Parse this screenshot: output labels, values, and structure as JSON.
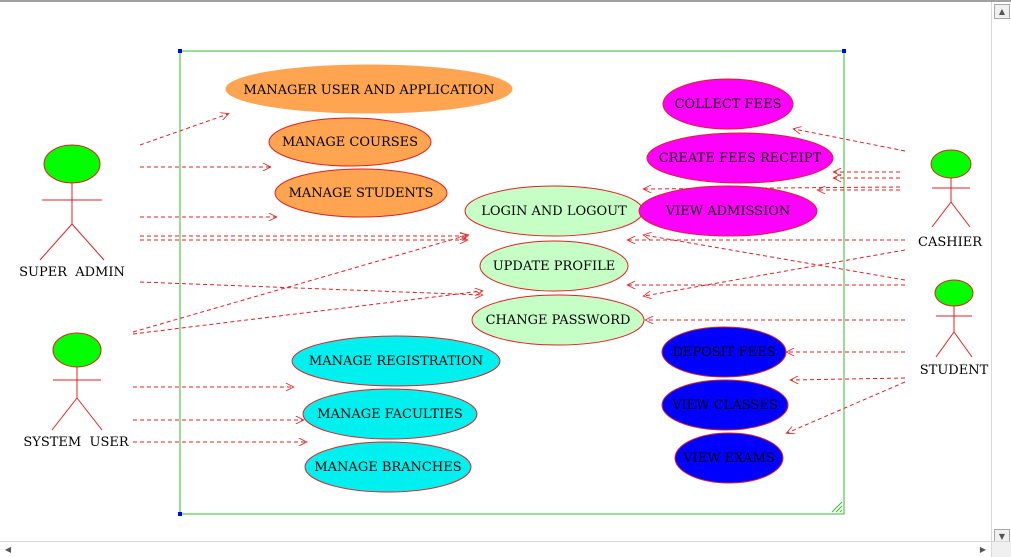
{
  "diagram": {
    "actors": {
      "super_admin": "SUPER  ADMIN",
      "system_user": "SYSTEM  USER",
      "cashier": "CASHIER",
      "student": "STUDENT"
    },
    "use_cases": {
      "manager_user_app": "MANAGER USER AND APPLICATION",
      "manage_courses": "MANAGE  COURSES",
      "manage_students": "MANAGE  STUDENTS",
      "login_logout": "LOGIN  AND  LOGOUT",
      "update_profile": "UPDATE  PROFILE",
      "change_password": "CHANGE  PASSWORD",
      "manage_registration": "MANAGE  REGISTRATION",
      "manage_faculties": "MANAGE  FACULTIES",
      "manage_branches": "MANAGE  BRANCHES",
      "collect_fees": "COLLECT FEES",
      "create_fees_receipt": "CREATE FEES RECEIPT",
      "view_admission": "VIEW ADMISSION",
      "deposit_fees": "DEPOSIT FEES",
      "view_classes": "VIEW CLASSES",
      "view_exams": "VIEW EXAMS"
    },
    "colors": {
      "admin_cases": "#ffa552",
      "common_cases": "#c6ffc6",
      "system_user_cases": "#00f0f0",
      "cashier_cases": "#ff00ff",
      "student_cases": "#0000ff",
      "actor_head": "#00ff00",
      "actor_line": "#e02020",
      "arrow": "#e02020",
      "boundary": "#33bb33"
    }
  },
  "scrollbars": {
    "up_arrow": "▲",
    "down_arrow": "▼",
    "left_arrow": "◀",
    "right_arrow": "▶"
  }
}
